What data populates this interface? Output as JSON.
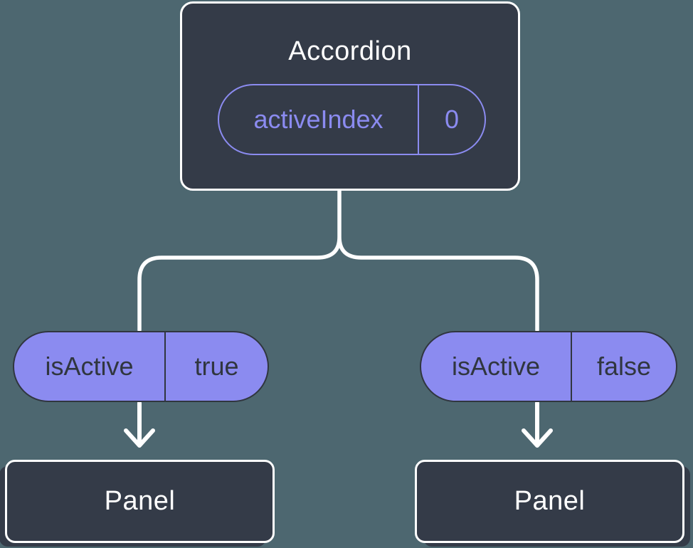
{
  "diagram": {
    "background_color": "#4D6770",
    "node_fill_color": "#343B48",
    "accent_purple": "#8B8BF0",
    "dark_ink": "#30363F",
    "connector_color": "#FFFFFF",
    "root": {
      "title": "Accordion",
      "prop_name": "activeIndex",
      "prop_value": "0"
    },
    "left_branch": {
      "prop_name": "isActive",
      "prop_value": "true",
      "child_title": "Panel"
    },
    "right_branch": {
      "prop_name": "isActive",
      "prop_value": "false",
      "child_title": "Panel"
    }
  }
}
